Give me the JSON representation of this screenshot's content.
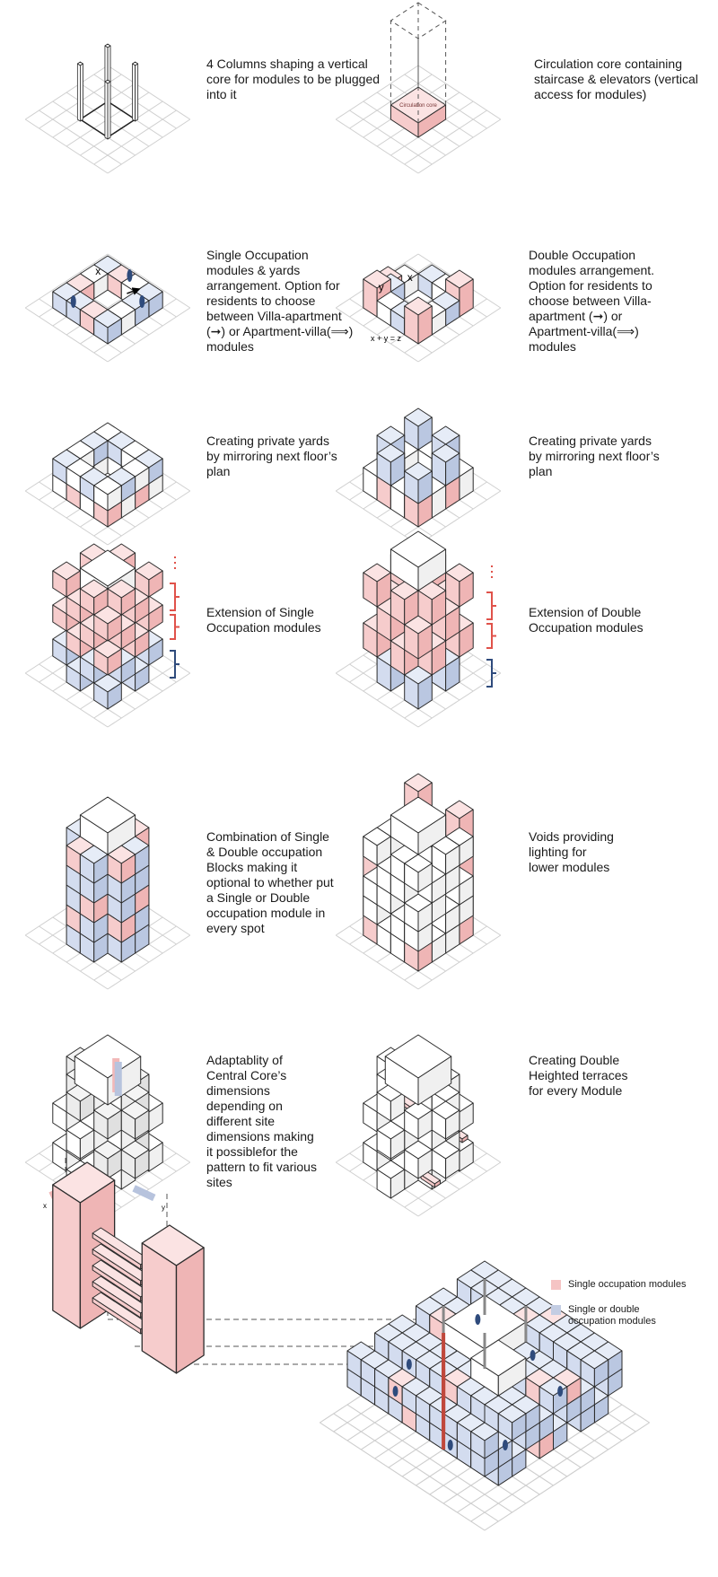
{
  "captions": {
    "r1_left": "4 Columns shaping a vertical core for modules to be plugged into it",
    "r1_right": "Circulation core containing staircase & elevators (vertical access for modules)",
    "r2_left": "Single Occupation modules & yards arrangement. Option for residents to choose between Villa-apartment (➞) or Apartment-villa(⟹) modules",
    "r2_right": "Double Occupation modules arrangement. Option for residents to choose between Villa-apartment (➞) or Apartment-villa(⟹) modules",
    "r3_left": "Creating private yards by mirroring next floor’s plan",
    "r3_right": "Creating private yards by mirroring next floor’s plan",
    "r4_left": "Extension of Single Occupation modules",
    "r4_right": "Extension of Double Occupation modules",
    "r5_left": "Combination of Single & Double occupation Blocks making it optional to whether put a Single or Double occupation module in every spot",
    "r5_right": "Voids providing lighting for lower modules",
    "r6_left": "Adaptablity of Central Core’s dimensions depending on different site dimensions making it possiblefor the pattern to fit various sites",
    "r6_right": "Creating Double Heighted terraces for every Module"
  },
  "labels": {
    "core": "Circulation core",
    "x": "x",
    "y": "y",
    "equation": "x + y = z"
  },
  "legend": [
    {
      "label": "Single occupation modules",
      "color": "#f5c4c4"
    },
    {
      "label": "Single or double occupation modules",
      "color": "#c3cde3"
    }
  ],
  "colors": {
    "pink": "#f6cccc",
    "blue": "#d3dcef",
    "accent_red": "#e0524a",
    "accent_blue": "#2f4b7c"
  }
}
